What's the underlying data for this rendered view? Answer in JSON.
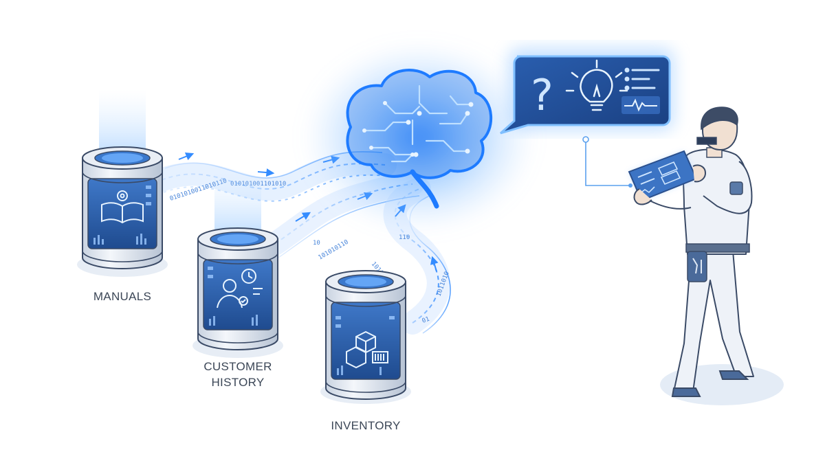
{
  "diagram": {
    "sources": [
      {
        "id": "manuals",
        "label_lines": [
          "MANUALS"
        ],
        "icon": "book-gear-icon"
      },
      {
        "id": "customer-history",
        "label_lines": [
          "CUSTOMER",
          "HISTORY"
        ],
        "icon": "user-clock-icon"
      },
      {
        "id": "inventory",
        "label_lines": [
          "INVENTORY"
        ],
        "icon": "boxes-barcode-icon"
      }
    ],
    "center": {
      "icon": "ai-brain-circuit-icon"
    },
    "output_bubble": {
      "icons": [
        "question-mark-icon",
        "lightbulb-icon",
        "list-icon",
        "waveform-icon"
      ]
    },
    "technician": {
      "icon": "technician-with-tablet"
    },
    "stream_glyphs": [
      "0101010011010110",
      "010101001101010",
      "101010110",
      "10",
      "110",
      "01",
      "10110",
      "1011010"
    ],
    "colors": {
      "accent": "#1e7bff",
      "glow": "#5aa8ff",
      "cylinder_metal": "#dfe6f0",
      "cylinder_panel": "#2c5ea8",
      "outline": "#3a4a66",
      "label_text": "#3b4656"
    }
  }
}
